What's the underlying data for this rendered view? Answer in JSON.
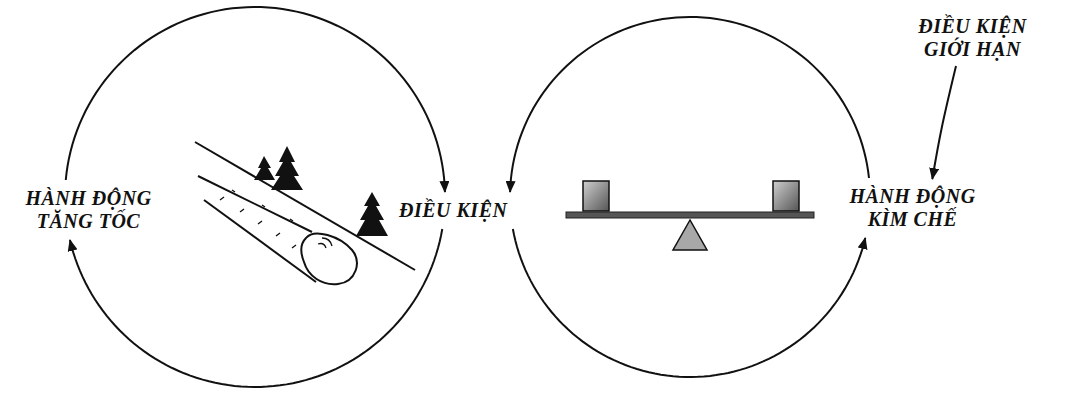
{
  "diagram": {
    "nodes": [
      {
        "text": [
          "HÀNH ĐỘNG TĂNG TỐC"
        ]
      },
      {
        "text": [
          "ĐIỀU KIỆN"
        ]
      },
      {
        "text": [
          "HÀNH ĐỘNG KÌM CHẾ"
        ]
      },
      {
        "text": [
          "ĐIỀU KIỆN GIỚI HẠN"
        ]
      }
    ],
    "edges": [
      {
        "from": 0,
        "to": 1,
        "arrow": "to"
      },
      {
        "from": 1,
        "to": 0,
        "arrow": "to"
      },
      {
        "from": 2,
        "to": 1,
        "arrow": "to"
      },
      {
        "from": 1,
        "to": 2,
        "arrow": "to"
      },
      {
        "from": 3,
        "to": 2,
        "arrow": "to"
      }
    ]
  }
}
